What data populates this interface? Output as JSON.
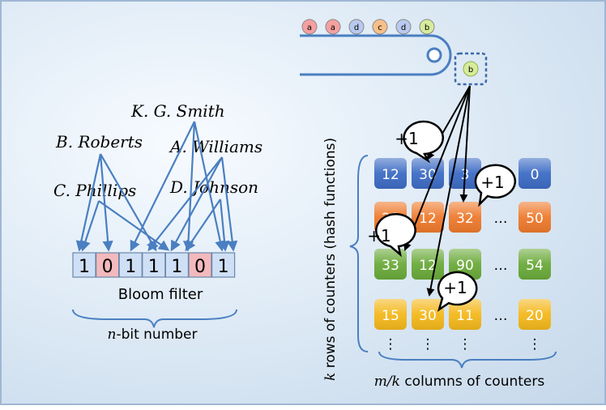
{
  "stream": {
    "items": [
      {
        "label": "a",
        "color": "#f5a0a0"
      },
      {
        "label": "a",
        "color": "#f5a0a0"
      },
      {
        "label": "d",
        "color": "#b9c9ef"
      },
      {
        "label": "c",
        "color": "#f7c08a"
      },
      {
        "label": "d",
        "color": "#b9c9ef"
      },
      {
        "label": "b",
        "color": "#d6ec9b"
      }
    ],
    "current": {
      "label": "b",
      "color": "#d6ec9b"
    }
  },
  "bloom": {
    "names": [
      "K. G. Smith",
      "B. Roberts",
      "A. Williams",
      "C. Phillips",
      "D. Johnson"
    ],
    "bits": [
      "1",
      "0",
      "1",
      "1",
      "1",
      "0",
      "1"
    ],
    "caption": "Bloom filter",
    "brace_label_var": "n",
    "brace_label_rest": "-bit number"
  },
  "sketch": {
    "rows": [
      {
        "color": "#3d6cc4",
        "cells": [
          "12",
          "30",
          "3"
        ],
        "last": "0"
      },
      {
        "color": "#ee7a2d",
        "cells": [
          "20",
          "12",
          "32"
        ],
        "last": "50"
      },
      {
        "color": "#6aaa3a",
        "cells": [
          "33",
          "12",
          "90"
        ],
        "last": "54"
      },
      {
        "color": "#f4b81c",
        "cells": [
          "15",
          "30",
          "11"
        ],
        "last": "20"
      }
    ],
    "ellipsis_h": "…",
    "ellipsis_v": "⋮",
    "increment": "+1",
    "row_axis_var": "k",
    "row_axis_rest": " rows of counters (hash functions)",
    "col_axis_var": "m/k",
    "col_axis_rest": " columns of counters"
  }
}
